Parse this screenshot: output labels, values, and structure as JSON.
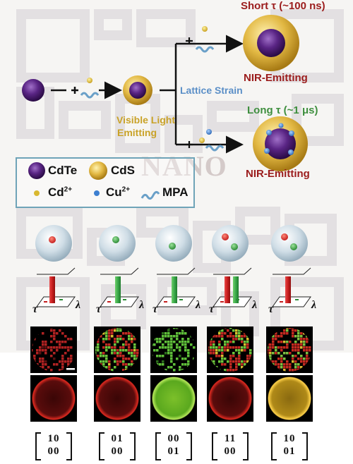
{
  "background_color": "#ffffff",
  "watermark": {
    "text": "NANO",
    "kind": "qr-code and logo watermark"
  },
  "top_diagram": {
    "short_tau_label": "Short τ (~100 ns)",
    "long_tau_label": "Long τ (~1 μs)",
    "nir_emitting_top": "NIR-Emitting",
    "nir_emitting_bottom": "NIR-Emitting",
    "visible_light_line1": "Visible Light",
    "visible_light_line2": "Emitting",
    "lattice_strain": "Lattice Strain",
    "plus_sign": "+",
    "minus_sign": "—"
  },
  "legend": {
    "items": [
      {
        "label": "CdTe",
        "icon": "cdte-sphere-icon",
        "superscript": ""
      },
      {
        "label": "CdS",
        "icon": "cds-sphere-icon",
        "superscript": ""
      },
      {
        "label": "Cd",
        "icon": "cd-ion-dot-icon",
        "superscript": "2+"
      },
      {
        "label": "Cu",
        "icon": "cu-ion-dot-icon",
        "superscript": "2+"
      },
      {
        "label": "MPA",
        "icon": "mpa-ligand-icon",
        "superscript": ""
      }
    ]
  },
  "colors": {
    "cdte": "#4b1e6e",
    "cds": "#d9b34a",
    "cd_ion": "#e0c23a",
    "cu_ion": "#3d7fd0",
    "red_emission": "#d83030",
    "green_emission": "#3aa84a",
    "label_red": "#9b1c1c",
    "label_green": "#3f8f3f",
    "label_gold": "#c9a227",
    "label_blue": "#5b8fc7",
    "legend_border": "#6fa4b8"
  },
  "columns": [
    {
      "dots": [
        "red"
      ],
      "bars": [
        "red"
      ],
      "pattern": "red",
      "ring": "red",
      "matrix": [
        "1 0",
        "0 0"
      ]
    },
    {
      "dots": [
        "green"
      ],
      "bars": [
        "green"
      ],
      "pattern": "mixed",
      "ring": "red",
      "matrix": [
        "0 1",
        "0 0"
      ]
    },
    {
      "dots": [
        "green"
      ],
      "bars": [
        "green"
      ],
      "pattern": "green",
      "ring": "green",
      "matrix": [
        "0 0",
        "0 1"
      ]
    },
    {
      "dots": [
        "red",
        "green"
      ],
      "bars": [
        "red",
        "green"
      ],
      "pattern": "mixed",
      "ring": "red",
      "matrix": [
        "1 1",
        "0 0"
      ]
    },
    {
      "dots": [
        "red",
        "green"
      ],
      "bars": [
        "red"
      ],
      "pattern": "mixed-red",
      "ring": "yellow",
      "matrix": [
        "1 0",
        "0 1"
      ]
    }
  ],
  "axis_labels": {
    "tau": "τ",
    "lambda": "λ"
  }
}
